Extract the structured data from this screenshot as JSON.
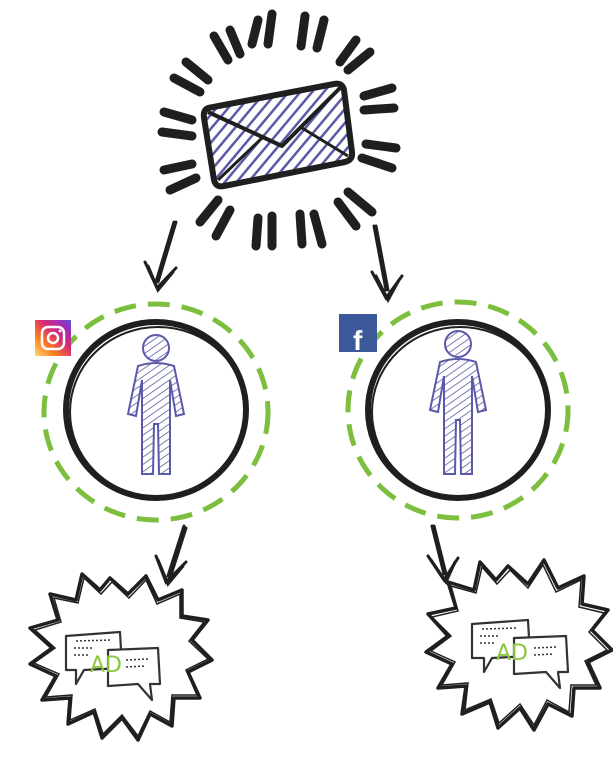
{
  "colors": {
    "ink": "#1f1f1f",
    "hatch": "#5a5aa8",
    "dashed_ring": "#7cbf3f",
    "ad_green": "#8cc63f",
    "facebook_blue": "#3b5998",
    "instagram_gradient": [
      "#feda75",
      "#fa7e1e",
      "#d62976",
      "#962fbf",
      "#4f5bd5"
    ]
  },
  "icons": {
    "email": "envelope-icon",
    "instagram": "instagram-icon",
    "facebook": "facebook-icon",
    "person": "person-icon",
    "ad_bubble": "chat-bubble-icon"
  },
  "nodes": {
    "left_ad": {
      "label": "AD"
    },
    "right_ad": {
      "label": "AD"
    },
    "facebook_letter": "f"
  }
}
